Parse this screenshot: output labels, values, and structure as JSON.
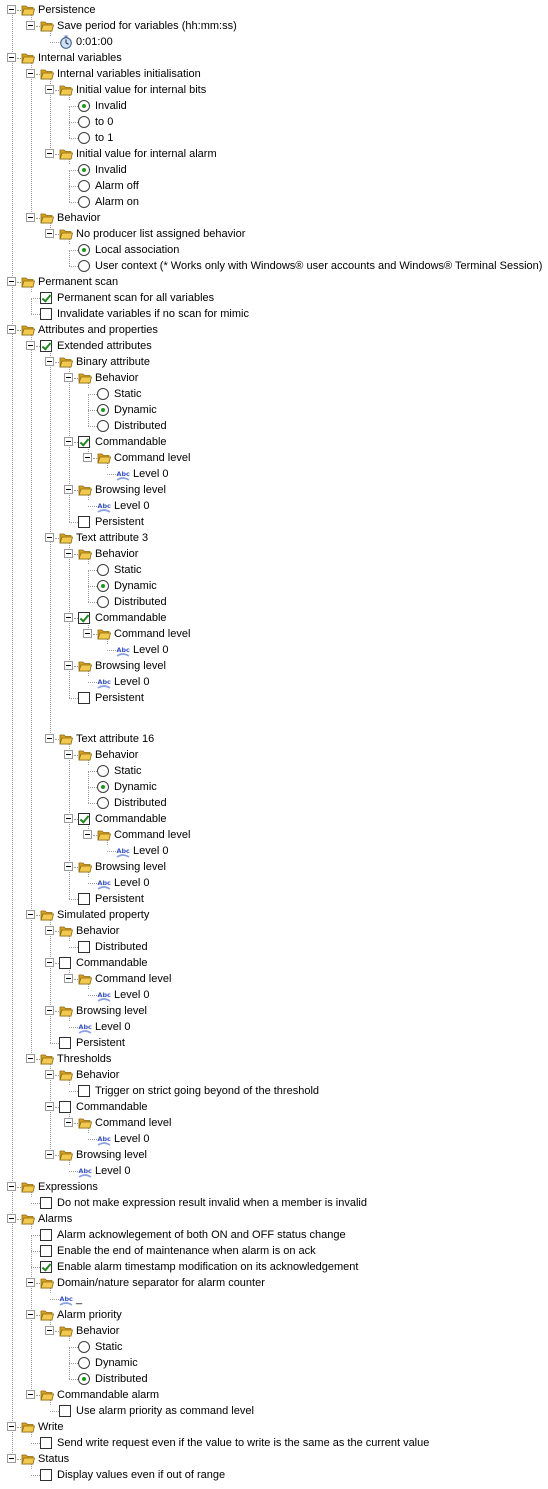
{
  "tree": [
    {
      "d": 0,
      "k": "folder",
      "t": "Persistence"
    },
    {
      "d": 1,
      "k": "folder",
      "t": "Save period for variables (hh:mm:ss)"
    },
    {
      "d": 2,
      "k": "clock",
      "t": "0:01:00"
    },
    {
      "d": 0,
      "k": "folder",
      "t": "Internal variables"
    },
    {
      "d": 1,
      "k": "folder",
      "t": "Internal variables initialisation"
    },
    {
      "d": 2,
      "k": "folder",
      "t": "Initial value for internal bits"
    },
    {
      "d": 3,
      "k": "radio",
      "on": true,
      "t": "Invalid"
    },
    {
      "d": 3,
      "k": "radio",
      "on": false,
      "t": "to 0"
    },
    {
      "d": 3,
      "k": "radio",
      "on": false,
      "t": "to 1"
    },
    {
      "d": 2,
      "k": "folder",
      "t": "Initial value for internal alarm"
    },
    {
      "d": 3,
      "k": "radio",
      "on": true,
      "t": "Invalid"
    },
    {
      "d": 3,
      "k": "radio",
      "on": false,
      "t": "Alarm off"
    },
    {
      "d": 3,
      "k": "radio",
      "on": false,
      "t": "Alarm on"
    },
    {
      "d": 1,
      "k": "folder",
      "t": "Behavior"
    },
    {
      "d": 2,
      "k": "folder",
      "t": "No producer list assigned behavior"
    },
    {
      "d": 3,
      "k": "radio",
      "on": true,
      "t": "Local association"
    },
    {
      "d": 3,
      "k": "radio",
      "on": false,
      "t": "User context (* Works only with Windows® user accounts and Windows® Terminal Session)"
    },
    {
      "d": 0,
      "k": "folder",
      "t": "Permanent scan"
    },
    {
      "d": 1,
      "k": "check",
      "on": true,
      "t": "Permanent scan for all variables"
    },
    {
      "d": 1,
      "k": "check",
      "on": false,
      "t": "Invalidate variables if no scan for mimic"
    },
    {
      "d": 0,
      "k": "folder",
      "t": "Attributes and properties"
    },
    {
      "d": 1,
      "k": "check",
      "on": true,
      "exp": true,
      "t": "Extended attributes"
    },
    {
      "d": 2,
      "k": "folder",
      "t": "Binary attribute"
    },
    {
      "d": 3,
      "k": "folder",
      "t": "Behavior"
    },
    {
      "d": 4,
      "k": "radio",
      "on": false,
      "t": "Static"
    },
    {
      "d": 4,
      "k": "radio",
      "on": true,
      "t": "Dynamic"
    },
    {
      "d": 4,
      "k": "radio",
      "on": false,
      "t": "Distributed"
    },
    {
      "d": 3,
      "k": "check",
      "on": true,
      "exp": true,
      "t": "Commandable"
    },
    {
      "d": 4,
      "k": "folder",
      "t": "Command level"
    },
    {
      "d": 5,
      "k": "abc",
      "t": "Level 0"
    },
    {
      "d": 3,
      "k": "folder",
      "t": "Browsing level"
    },
    {
      "d": 4,
      "k": "abc",
      "t": "Level 0"
    },
    {
      "d": 3,
      "k": "check",
      "on": false,
      "t": "Persistent"
    },
    {
      "d": 2,
      "k": "folder",
      "t": "Text attribute 3"
    },
    {
      "d": 3,
      "k": "folder",
      "t": "Behavior"
    },
    {
      "d": 4,
      "k": "radio",
      "on": false,
      "t": "Static"
    },
    {
      "d": 4,
      "k": "radio",
      "on": true,
      "t": "Dynamic"
    },
    {
      "d": 4,
      "k": "radio",
      "on": false,
      "t": "Distributed"
    },
    {
      "d": 3,
      "k": "check",
      "on": true,
      "exp": true,
      "t": "Commandable"
    },
    {
      "d": 4,
      "k": "folder",
      "t": "Command level"
    },
    {
      "d": 5,
      "k": "abc",
      "t": "Level 0"
    },
    {
      "d": 3,
      "k": "folder",
      "t": "Browsing level"
    },
    {
      "d": 4,
      "k": "abc",
      "t": "Level 0"
    },
    {
      "d": 3,
      "k": "check",
      "on": false,
      "t": "Persistent"
    },
    {
      "d": 2,
      "k": "folder",
      "t": "Text attribute 16",
      "gap": true
    },
    {
      "d": 3,
      "k": "folder",
      "t": "Behavior"
    },
    {
      "d": 4,
      "k": "radio",
      "on": false,
      "t": "Static"
    },
    {
      "d": 4,
      "k": "radio",
      "on": true,
      "t": "Dynamic"
    },
    {
      "d": 4,
      "k": "radio",
      "on": false,
      "t": "Distributed"
    },
    {
      "d": 3,
      "k": "check",
      "on": true,
      "exp": true,
      "t": "Commandable"
    },
    {
      "d": 4,
      "k": "folder",
      "t": "Command level"
    },
    {
      "d": 5,
      "k": "abc",
      "t": "Level 0"
    },
    {
      "d": 3,
      "k": "folder",
      "t": "Browsing level"
    },
    {
      "d": 4,
      "k": "abc",
      "t": "Level 0"
    },
    {
      "d": 3,
      "k": "check",
      "on": false,
      "t": "Persistent"
    },
    {
      "d": 1,
      "k": "folder",
      "t": "Simulated property"
    },
    {
      "d": 2,
      "k": "folder",
      "t": "Behavior"
    },
    {
      "d": 3,
      "k": "check",
      "on": false,
      "t": "Distributed"
    },
    {
      "d": 2,
      "k": "check",
      "on": false,
      "exp": true,
      "t": "Commandable"
    },
    {
      "d": 3,
      "k": "folder",
      "t": "Command level"
    },
    {
      "d": 4,
      "k": "abc",
      "t": "Level 0"
    },
    {
      "d": 2,
      "k": "folder",
      "t": "Browsing level"
    },
    {
      "d": 3,
      "k": "abc",
      "t": "Level 0"
    },
    {
      "d": 2,
      "k": "check",
      "on": false,
      "t": "Persistent"
    },
    {
      "d": 1,
      "k": "folder",
      "t": "Thresholds"
    },
    {
      "d": 2,
      "k": "folder",
      "t": "Behavior"
    },
    {
      "d": 3,
      "k": "check",
      "on": false,
      "t": "Trigger on strict going beyond of the threshold"
    },
    {
      "d": 2,
      "k": "check",
      "on": false,
      "exp": true,
      "t": "Commandable"
    },
    {
      "d": 3,
      "k": "folder",
      "t": "Command level"
    },
    {
      "d": 4,
      "k": "abc",
      "t": "Level 0"
    },
    {
      "d": 2,
      "k": "folder",
      "t": "Browsing level"
    },
    {
      "d": 3,
      "k": "abc",
      "t": "Level 0"
    },
    {
      "d": 0,
      "k": "folder",
      "t": "Expressions"
    },
    {
      "d": 1,
      "k": "check",
      "on": false,
      "t": "Do not make expression result invalid when a member is invalid"
    },
    {
      "d": 0,
      "k": "folder",
      "t": "Alarms"
    },
    {
      "d": 1,
      "k": "check",
      "on": false,
      "t": "Alarm acknowlegement of both ON and OFF status change"
    },
    {
      "d": 1,
      "k": "check",
      "on": false,
      "t": "Enable the end of maintenance when alarm is on ack"
    },
    {
      "d": 1,
      "k": "check",
      "on": true,
      "t": "Enable alarm timestamp modification on its acknowledgement"
    },
    {
      "d": 1,
      "k": "folder",
      "t": "Domain/nature separator for alarm counter"
    },
    {
      "d": 2,
      "k": "abc",
      "t": "_"
    },
    {
      "d": 1,
      "k": "folder",
      "t": "Alarm priority"
    },
    {
      "d": 2,
      "k": "folder",
      "t": "Behavior"
    },
    {
      "d": 3,
      "k": "radio",
      "on": false,
      "t": "Static"
    },
    {
      "d": 3,
      "k": "radio",
      "on": false,
      "t": "Dynamic"
    },
    {
      "d": 3,
      "k": "radio",
      "on": true,
      "t": "Distributed"
    },
    {
      "d": 1,
      "k": "folder",
      "t": "Commandable alarm"
    },
    {
      "d": 2,
      "k": "check",
      "on": false,
      "t": "Use alarm priority as command level"
    },
    {
      "d": 0,
      "k": "folder",
      "t": "Write"
    },
    {
      "d": 1,
      "k": "check",
      "on": false,
      "t": "Send write request even if the value to write is the same as the current value"
    },
    {
      "d": 0,
      "k": "folder",
      "t": "Status"
    },
    {
      "d": 1,
      "k": "check",
      "on": false,
      "t": "Display values even if out of range"
    }
  ],
  "icons": {
    "folder": "folder-icon",
    "clock": "stopwatch-icon",
    "abc": "abc-text-icon",
    "expander": "collapse-minus-icon"
  },
  "colors": {
    "folder": "#f2c94c",
    "check_mark": "#1c8b1c",
    "radio_dot": "#1a9a1a",
    "tree_lines": "#9c9c9c",
    "abc_blue": "#3a53c9"
  }
}
